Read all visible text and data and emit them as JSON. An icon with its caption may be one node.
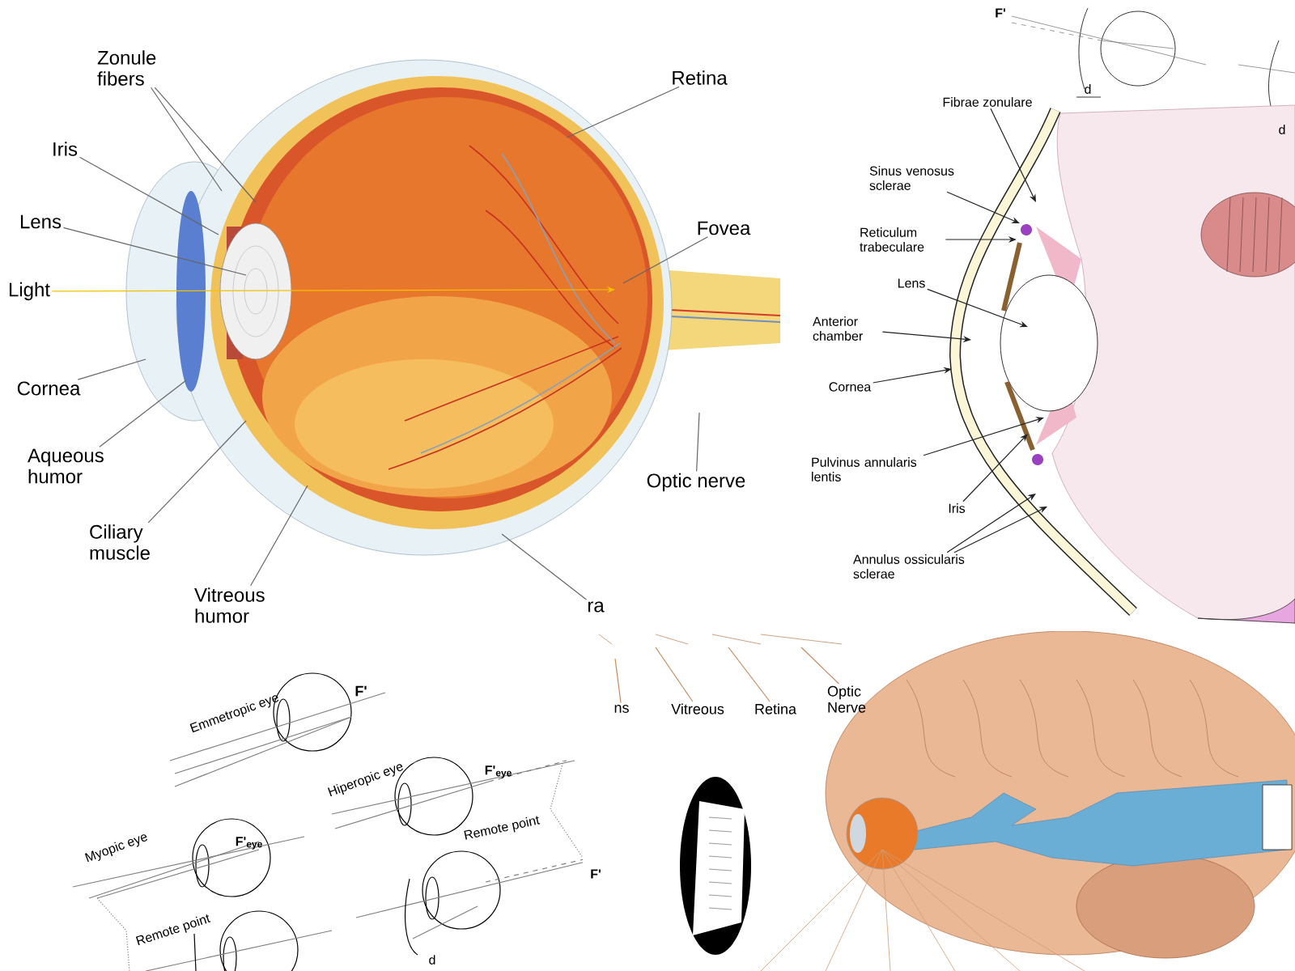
{
  "diagram": {
    "nodes": [
      {
        "text": [
          "Zonule fibers"
        ]
      },
      {
        "text": [
          "Retina"
        ]
      },
      {
        "text": [
          "Iris"
        ]
      },
      {
        "text": [
          "Lens"
        ]
      },
      {
        "text": [
          "Fovea"
        ]
      },
      {
        "text": [
          "Light"
        ]
      },
      {
        "text": [
          "Cornea"
        ]
      },
      {
        "text": [
          "Aqueous humor"
        ]
      },
      {
        "text": [
          "Optic nerve"
        ]
      },
      {
        "text": [
          "Ciliary muscle"
        ]
      },
      {
        "text": [
          "Vitreous humor"
        ]
      },
      {
        "text": [
          "ra"
        ]
      },
      {
        "text": [
          "Fibrae zonulare"
        ]
      },
      {
        "text": [
          "Sinus venosus sclerae"
        ]
      },
      {
        "text": [
          "Reticulum trabeculare"
        ]
      },
      {
        "text": [
          "Lens"
        ]
      },
      {
        "text": [
          "Anterior chamber"
        ]
      },
      {
        "text": [
          "Cornea"
        ]
      },
      {
        "text": [
          "Pulvinus annularis lentis"
        ]
      },
      {
        "text": [
          "Iris"
        ]
      },
      {
        "text": [
          "Annulus ossicularis sclerae"
        ]
      },
      {
        "text": [
          "ns"
        ]
      },
      {
        "text": [
          "Vitreous"
        ]
      },
      {
        "text": [
          "Retina"
        ]
      },
      {
        "text": [
          "Optic Nerve"
        ]
      }
    ],
    "edges": [
      {
        "from": 0,
        "to": null,
        "arrow": "none"
      },
      {
        "from": 0,
        "to": null,
        "arrow": "none"
      },
      {
        "from": 1,
        "to": null,
        "arrow": "none"
      },
      {
        "from": 2,
        "to": null,
        "arrow": "none"
      },
      {
        "from": 3,
        "to": null,
        "arrow": "none"
      },
      {
        "from": 4,
        "to": null,
        "arrow": "none"
      },
      {
        "from": 5,
        "to": null,
        "arrow": "to",
        "color": "#f2c200"
      },
      {
        "from": 6,
        "to": null,
        "arrow": "none"
      },
      {
        "from": 7,
        "to": null,
        "arrow": "none"
      },
      {
        "from": 8,
        "to": null,
        "arrow": "none"
      },
      {
        "from": 9,
        "to": null,
        "arrow": "none"
      },
      {
        "from": 10,
        "to": null,
        "arrow": "none"
      },
      {
        "from": 11,
        "to": null,
        "arrow": "none"
      },
      {
        "from": 12,
        "to": null,
        "arrow": "to",
        "color": "#222222"
      },
      {
        "from": 13,
        "to": null,
        "arrow": "to",
        "color": "#222222"
      },
      {
        "from": 14,
        "to": null,
        "arrow": "to",
        "color": "#222222"
      },
      {
        "from": 15,
        "to": null,
        "arrow": "to",
        "color": "#222222"
      },
      {
        "from": 16,
        "to": null,
        "arrow": "to",
        "color": "#222222"
      },
      {
        "from": 17,
        "to": null,
        "arrow": "to",
        "color": "#222222"
      },
      {
        "from": 18,
        "to": null,
        "arrow": "to",
        "color": "#222222"
      },
      {
        "from": 19,
        "to": null,
        "arrow": "to",
        "color": "#222222"
      },
      {
        "from": 20,
        "to": null,
        "arrow": "to",
        "color": "#222222"
      },
      {
        "from": 20,
        "to": null,
        "arrow": "to",
        "color": "#222222"
      },
      {
        "from": 21,
        "to": null,
        "arrow": "none",
        "color": "#c98a5e"
      },
      {
        "from": 22,
        "to": null,
        "arrow": "none",
        "color": "#c98a5e"
      },
      {
        "from": 23,
        "to": null,
        "arrow": "none",
        "color": "#c98a5e"
      },
      {
        "from": 24,
        "to": null,
        "arrow": "none",
        "color": "#c98a5e"
      }
    ],
    "labels": [
      "F'",
      "d",
      "d",
      "Emmetropic eye",
      "F'",
      "Hiperopic eye",
      "F'$_{eye}$",
      "Remote point",
      "Myopic eye",
      "F'$_{eye}$",
      "F'",
      "Remote point",
      "d"
    ]
  }
}
